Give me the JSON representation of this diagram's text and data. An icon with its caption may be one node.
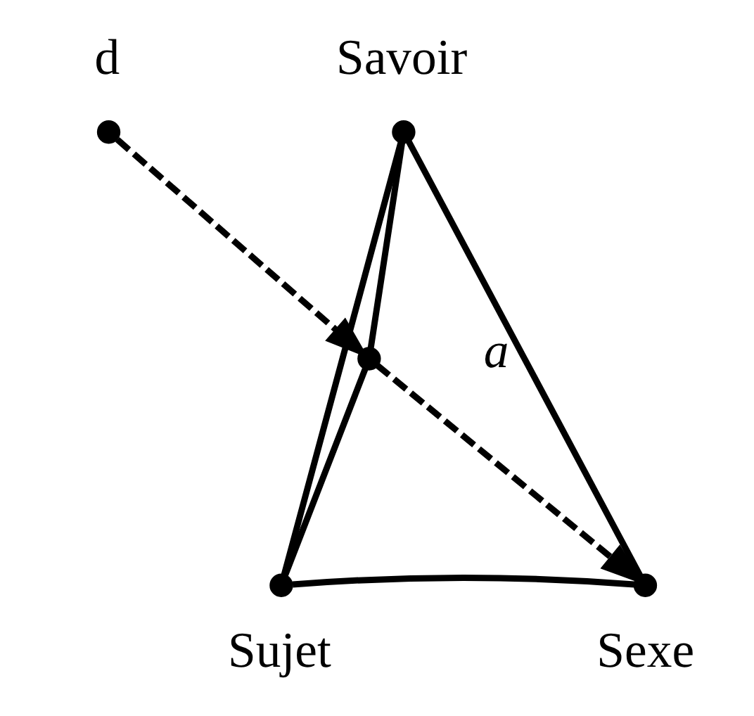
{
  "diagram": {
    "nodes": [
      {
        "text": [],
        "shape": "circle",
        "beside": [
          "Savoir"
        ]
      },
      {
        "text": [],
        "shape": "circle",
        "beside": [
          "d"
        ]
      },
      {
        "text": [],
        "shape": "circle",
        "beside": [
          "a"
        ]
      },
      {
        "text": [],
        "shape": "circle",
        "beside": [
          "Sujet"
        ]
      },
      {
        "text": [],
        "shape": "circle",
        "beside": [
          "Sexe"
        ]
      }
    ],
    "edges": [
      {
        "from": 0,
        "to": 3,
        "arrow": "none"
      },
      {
        "from": 0,
        "to": 4,
        "arrow": "none"
      },
      {
        "from": 0,
        "to": 2,
        "arrow": "none"
      },
      {
        "from": 1,
        "to": 2,
        "arrow": "to",
        "style": "dashed"
      },
      {
        "from": 3,
        "to": 2,
        "arrow": "none"
      },
      {
        "from": 2,
        "to": 4,
        "arrow": "to",
        "style": "dashed"
      },
      {
        "from": 3,
        "to": 4,
        "arrow": "none"
      }
    ]
  }
}
